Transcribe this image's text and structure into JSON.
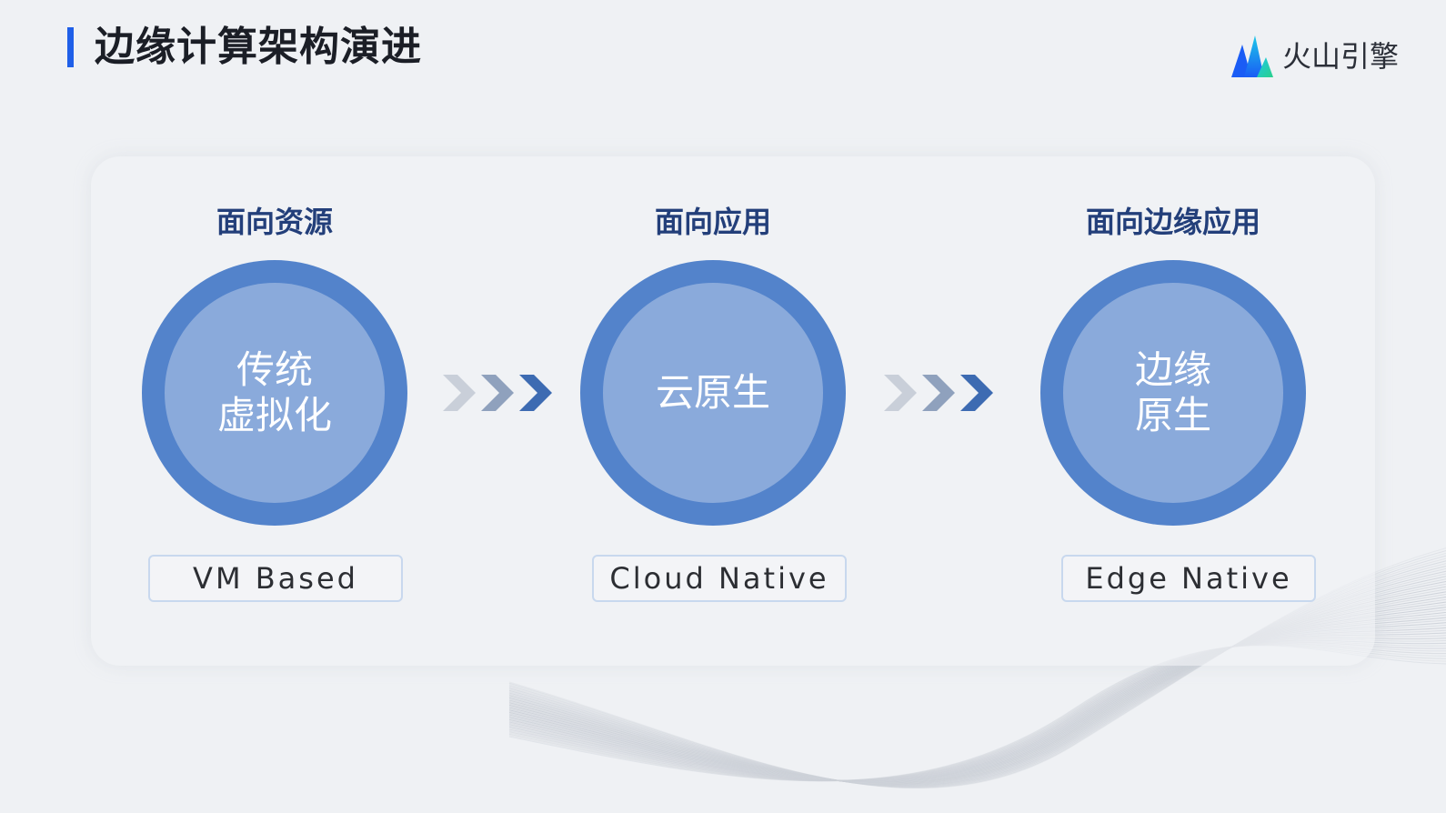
{
  "slide": {
    "title": "边缘计算架构演进"
  },
  "brand": {
    "name": "火山引擎",
    "logo_icon": "volcano-mountain-icon",
    "logo_colors": [
      "#1a5cf5",
      "#1cc8e8",
      "#2bd08a"
    ]
  },
  "stages": [
    {
      "label": "面向资源",
      "circle_text": "传统\n虚拟化",
      "tag": "VM Based"
    },
    {
      "label": "面向应用",
      "circle_text": "云原生",
      "tag": "Cloud Native"
    },
    {
      "label": "面向边缘应用",
      "circle_text": "边缘\n原生",
      "tag": "Edge Native"
    }
  ],
  "connectors": [
    {
      "icon": "triple-chevron-right-icon"
    },
    {
      "icon": "triple-chevron-right-icon"
    }
  ],
  "colors": {
    "accent_bar": "#1f5fe8",
    "heading_text": "#233f7a",
    "ring_outer": "#5383cb",
    "ring_inner": "#8aaadb",
    "chevron_light": "#c9cfd9",
    "chevron_mid": "#8fa1bd",
    "chevron_dark": "#3d6bb2"
  }
}
